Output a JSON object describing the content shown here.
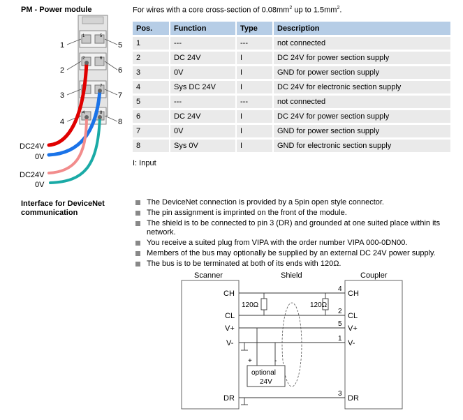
{
  "pm_section": {
    "title": "PM - Power module"
  },
  "intro": {
    "text": "For wires with a core cross-section of 0.08mm",
    "sup1": "2",
    "mid": " up to 1.5mm",
    "sup2": "2",
    "end": "."
  },
  "pin_table": {
    "headers": [
      "Pos.",
      "Function",
      "Type",
      "Description"
    ],
    "rows": [
      [
        "1",
        "---",
        "---",
        "not connected"
      ],
      [
        "2",
        "DC 24V",
        "I",
        "DC 24V for power section supply"
      ],
      [
        "3",
        "0V",
        "I",
        "GND for power section supply"
      ],
      [
        "4",
        "Sys DC 24V",
        "I",
        "DC 24V for electronic section supply"
      ],
      [
        "5",
        "---",
        "---",
        "not connected"
      ],
      [
        "6",
        "DC 24V",
        "I",
        "DC 24V for power section supply"
      ],
      [
        "7",
        "0V",
        "I",
        "GND for power section supply"
      ],
      [
        "8",
        "Sys 0V",
        "I",
        "GND for electronic section supply"
      ]
    ],
    "note": "I: Input"
  },
  "module_labels": {
    "left_pins": [
      "1",
      "2",
      "3",
      "4"
    ],
    "right_pins": [
      "5",
      "6",
      "7",
      "8"
    ],
    "slot_numbers": [
      "1",
      "5",
      "2",
      "6",
      "3",
      "7",
      "4",
      "8"
    ],
    "wire_upper": [
      "DC24V",
      "0V"
    ],
    "wire_lower": [
      "DC24V",
      "0V"
    ]
  },
  "devicenet_section": {
    "title_line1": "Interface for DeviceNet",
    "title_line2": "communication",
    "bullets": [
      "The DeviceNet connection is provided by a 5pin open style connector.",
      "The pin assignment is imprinted on the front of the module.",
      "The shield is to be connected to pin 3 (DR) and grounded at one suited place within its network.",
      "You receive a suited plug from VIPA with the order number VIPA 000-0DN00.",
      "Members of the bus may optionally be supplied by an external DC 24V power supply.",
      "The bus is to be terminated at both of its ends with 120Ω."
    ]
  },
  "wiring": {
    "scanner": "Scanner",
    "shield": "Shield",
    "coupler": "Coupler",
    "left_signals": [
      "CH",
      "CL",
      "V+",
      "V-",
      "DR"
    ],
    "right_signals": [
      "CH",
      "CL",
      "V+",
      "V-",
      "DR"
    ],
    "pin_numbers": [
      "4",
      "2",
      "5",
      "1",
      "3"
    ],
    "resistor_left": "120Ω",
    "resistor_right": "120Ω",
    "plus": "+",
    "minus": "-",
    "optional_line1": "optional",
    "optional_line2": "24V"
  },
  "colors": {
    "table_header": "#b6cde6",
    "table_row": "#eaeaea",
    "wire_red": "#e00000",
    "wire_blue": "#1a73e8",
    "wire_pink": "#f28c8c",
    "wire_teal": "#1aaaa6"
  }
}
